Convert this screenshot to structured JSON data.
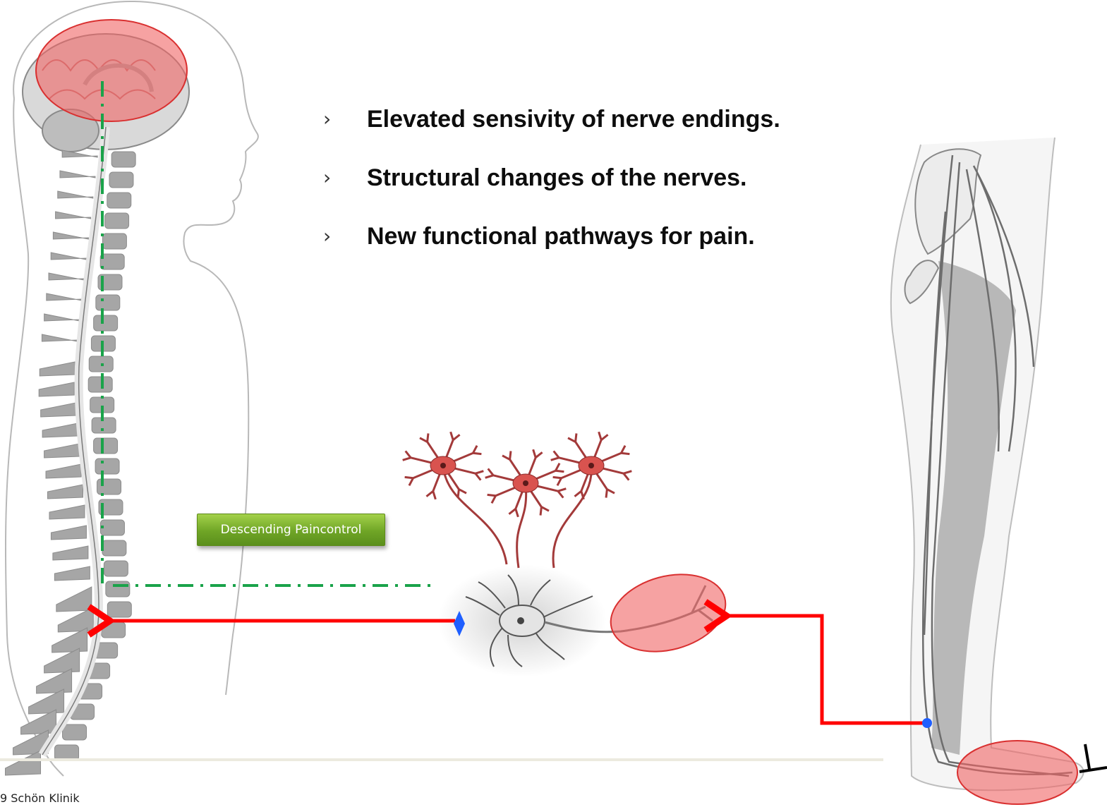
{
  "bullets": [
    {
      "marker": "›",
      "text": "Elevated sensivity of nerve endings."
    },
    {
      "marker": "›",
      "text": "Structural changes of the nerves."
    },
    {
      "marker": "›",
      "text": "New functional pathways for pain."
    }
  ],
  "descending_label": "Descending Paincontrol",
  "footer": {
    "copyright": "9 Schön Klinik"
  },
  "colors": {
    "pain_highlight": "#f06464",
    "signal_arrow": "#ff0000",
    "descending_path": "#1aa34a",
    "label_green": "#6fa526",
    "spine_gray": "#a6a6a6",
    "marker_blue": "#1f5fff"
  }
}
